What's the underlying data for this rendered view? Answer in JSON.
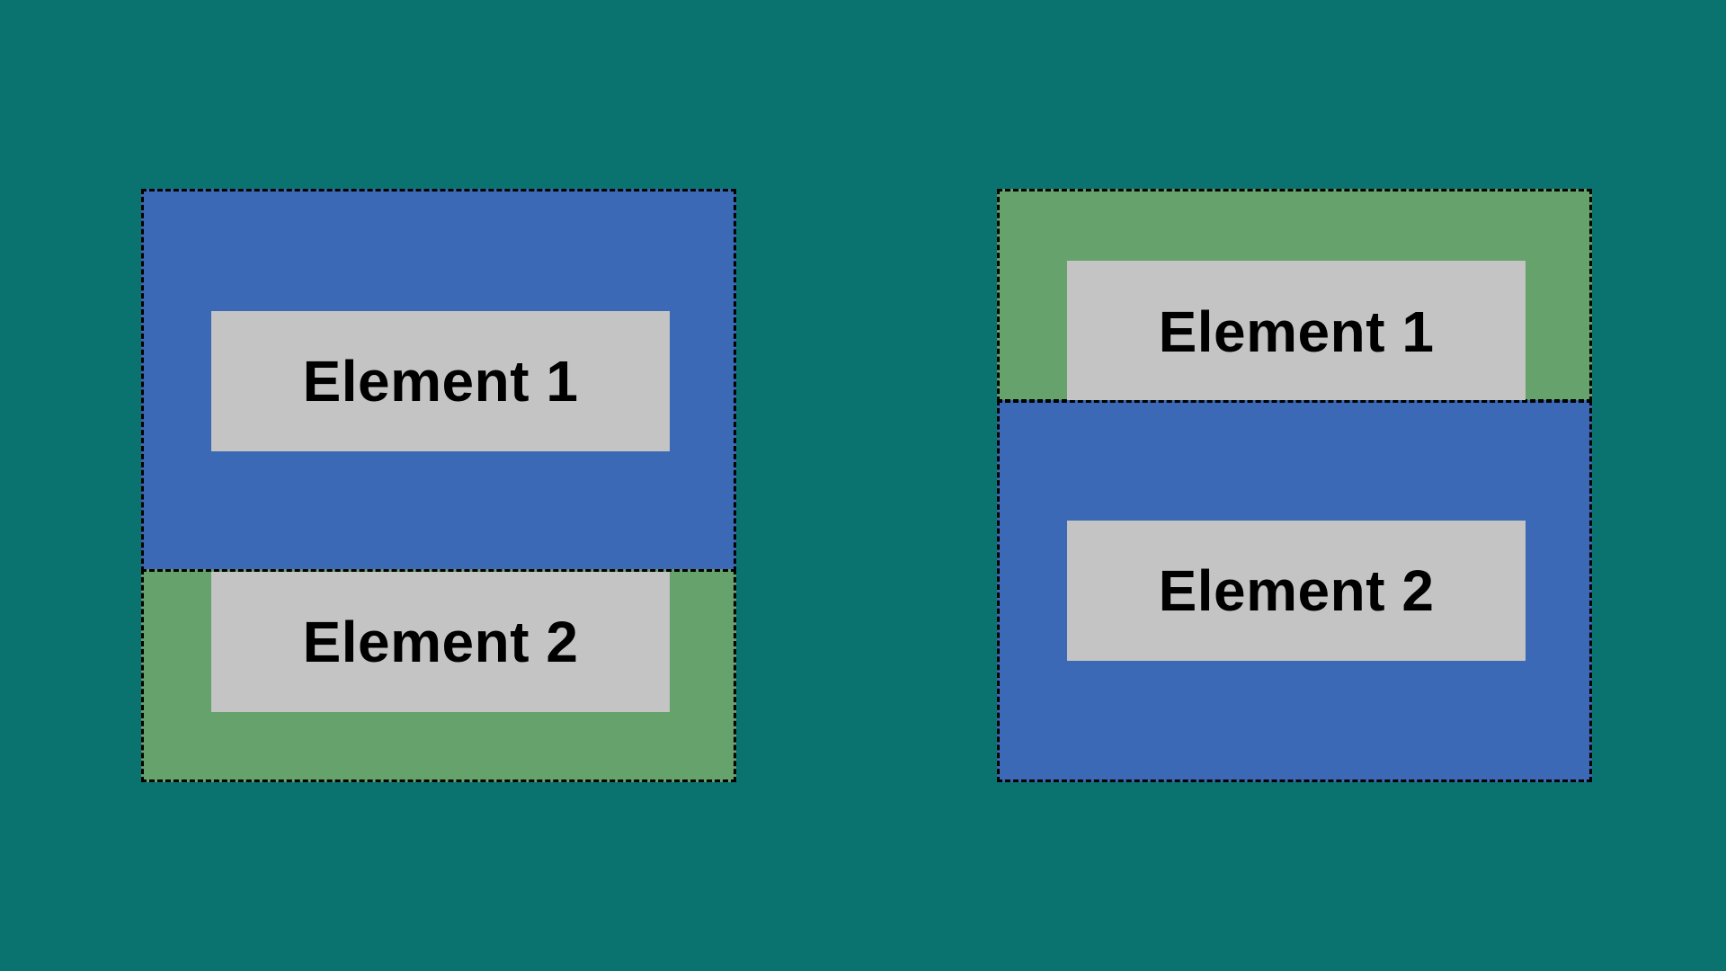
{
  "left_diagram": {
    "top_panel": {
      "color": "#3c69b6",
      "element_label": "Element 1"
    },
    "bottom_panel": {
      "color": "#66a26b",
      "element_label": "Element 2"
    }
  },
  "right_diagram": {
    "top_panel": {
      "color": "#66a26b",
      "element_label": "Element 1"
    },
    "bottom_panel": {
      "color": "#3c69b6",
      "element_label": "Element 2"
    }
  },
  "colors": {
    "background": "#0a7370",
    "element_fill": "#c4c4c4",
    "border": "#000000"
  }
}
